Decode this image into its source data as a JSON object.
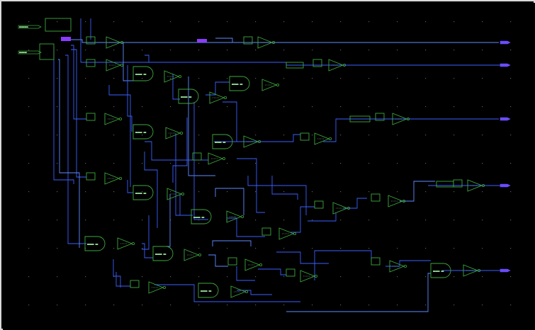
{
  "view": {
    "title": "",
    "colors": {
      "background": "#000000",
      "grid_dot": "#5a5a5a",
      "wire": "#3b5fff",
      "wire_highlight": "#5f8cff",
      "cell_outline": "#3ea83e",
      "label": "#9adf9a",
      "port": "#6a4cff",
      "selected": "#8a3cff"
    }
  },
  "schematic": {
    "input_ports": [
      {
        "name": "input-port-1",
        "label": "■■■■■■■"
      },
      {
        "name": "input-port-2",
        "label": "■■■■■■"
      }
    ],
    "output_ports": [
      {
        "name": "output-port-1"
      },
      {
        "name": "output-port-2"
      },
      {
        "name": "output-port-3"
      },
      {
        "name": "output-port-4"
      },
      {
        "name": "output-port-5"
      }
    ],
    "gate_labels": [
      "■■■■■ ■■",
      "■■■■■ ■■",
      "■■■■■ ■■",
      "■■■■■ ■■",
      "■■■■■ ■■",
      "■■■■■ ■■",
      "■■■■■ ■■",
      "■■■■■ ■■",
      "■■■■■ ■■",
      "■■■■■ ■■",
      "■■■■■ ■■",
      "■■■■■ ■■"
    ]
  }
}
